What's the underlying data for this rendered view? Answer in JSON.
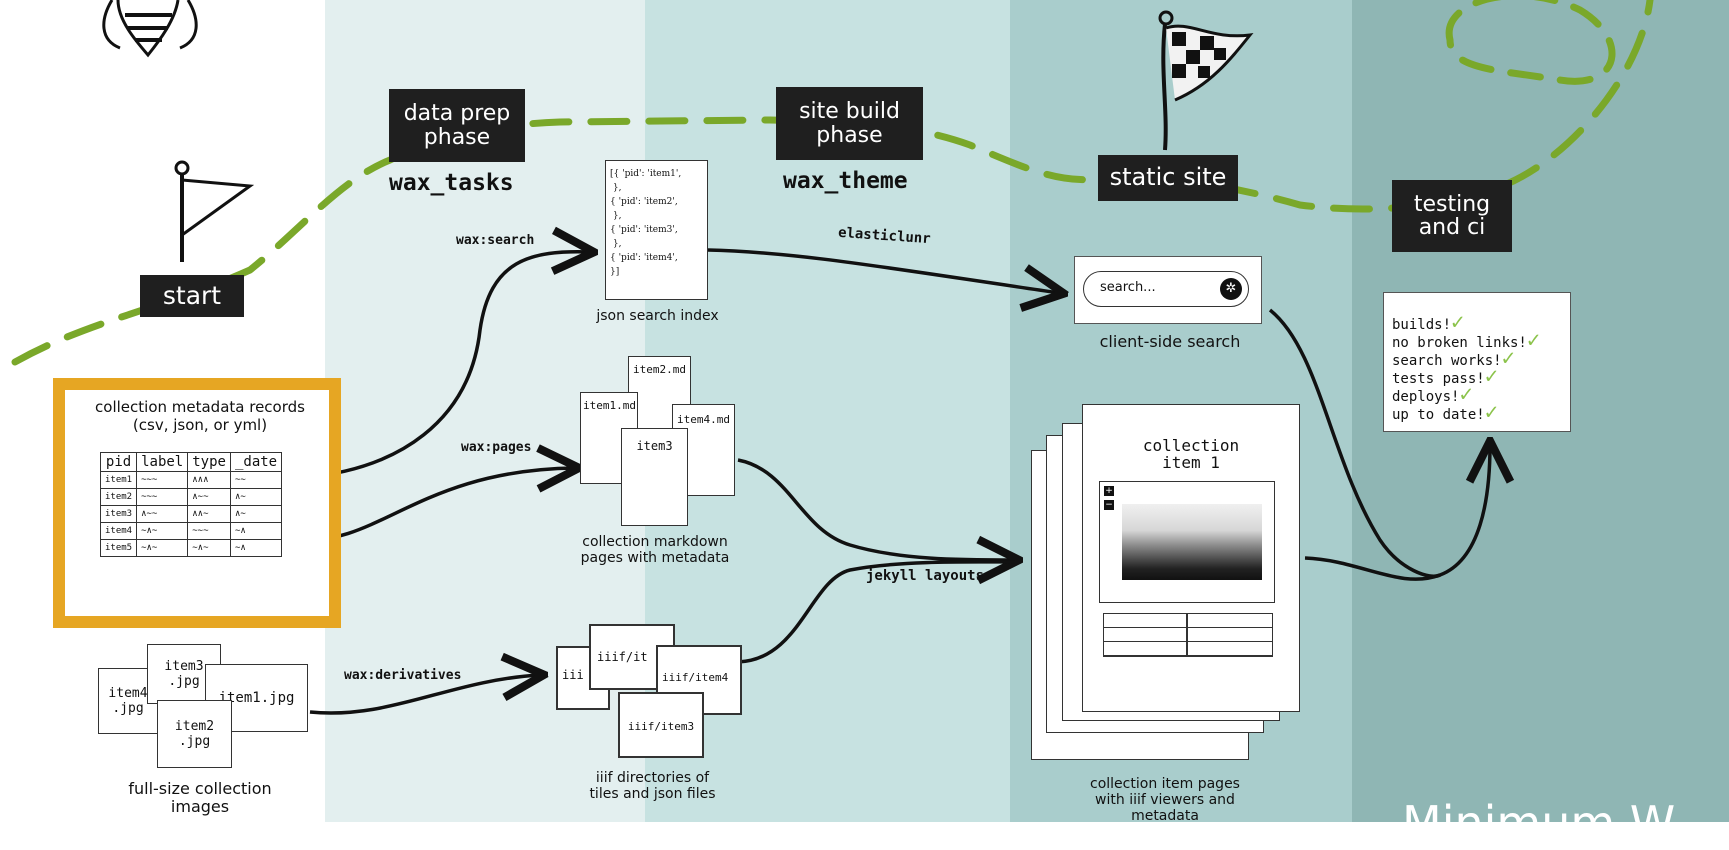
{
  "colors": {
    "band1": "#e3efef",
    "band2": "#c7e2e1",
    "band3": "#a9cdcc",
    "band4": "#8fb6b4",
    "path": "#7aa82a",
    "highlight": "#e6a623",
    "check": "#8bc34a"
  },
  "phases": {
    "start": "start",
    "data_prep": "data prep phase",
    "site_build": "site build phase",
    "static_site": "static site",
    "testing": "testing and ci"
  },
  "tools": {
    "wax_tasks": "wax_tasks",
    "wax_theme": "wax_theme"
  },
  "arrows": {
    "search": "wax:search",
    "pages": "wax:pages",
    "derivatives": "wax:derivatives",
    "elasticlunr": "elasticlunr",
    "jekyll": "jekyll layouts"
  },
  "metadata": {
    "caption_line1": "collection metadata records",
    "caption_line2": "(csv, json, or yml)",
    "headers": [
      "pid",
      "label",
      "type",
      "_date"
    ],
    "rows": [
      "item1",
      "item2",
      "item3",
      "item4",
      "item5"
    ]
  },
  "images": {
    "files": [
      "item3 .jpg",
      "item4 .jpg",
      "item1.jpg",
      "item2 .jpg"
    ],
    "caption": "full-size collection images"
  },
  "json_index": {
    "lines": [
      "[{  'pid':   'item1',",
      "{   'pid': 'item2',",
      "{   'pid': 'item3',",
      "{   'pid': 'item4',",
      "}]"
    ],
    "caption": "json search index"
  },
  "markdown": {
    "files": [
      "item2.md",
      "item1.md",
      "item4.md",
      "item3"
    ],
    "caption": "collection markdown pages with metadata"
  },
  "iiif": {
    "folders": [
      "iii",
      "iiif/it",
      "iiif/item4",
      "iiif/item3"
    ],
    "caption": "iiif directories of tiles and json files"
  },
  "search": {
    "placeholder": "search...",
    "caption": "client-side search"
  },
  "item_page": {
    "title": "collection item 1",
    "caption": "collection item pages with iiif viewers and metadata"
  },
  "checklist": {
    "items": [
      "builds!",
      "no broken links!",
      "search works!",
      "tests pass!",
      "deploys!",
      "up to date!"
    ]
  },
  "footer_fragment": "Minimum W"
}
